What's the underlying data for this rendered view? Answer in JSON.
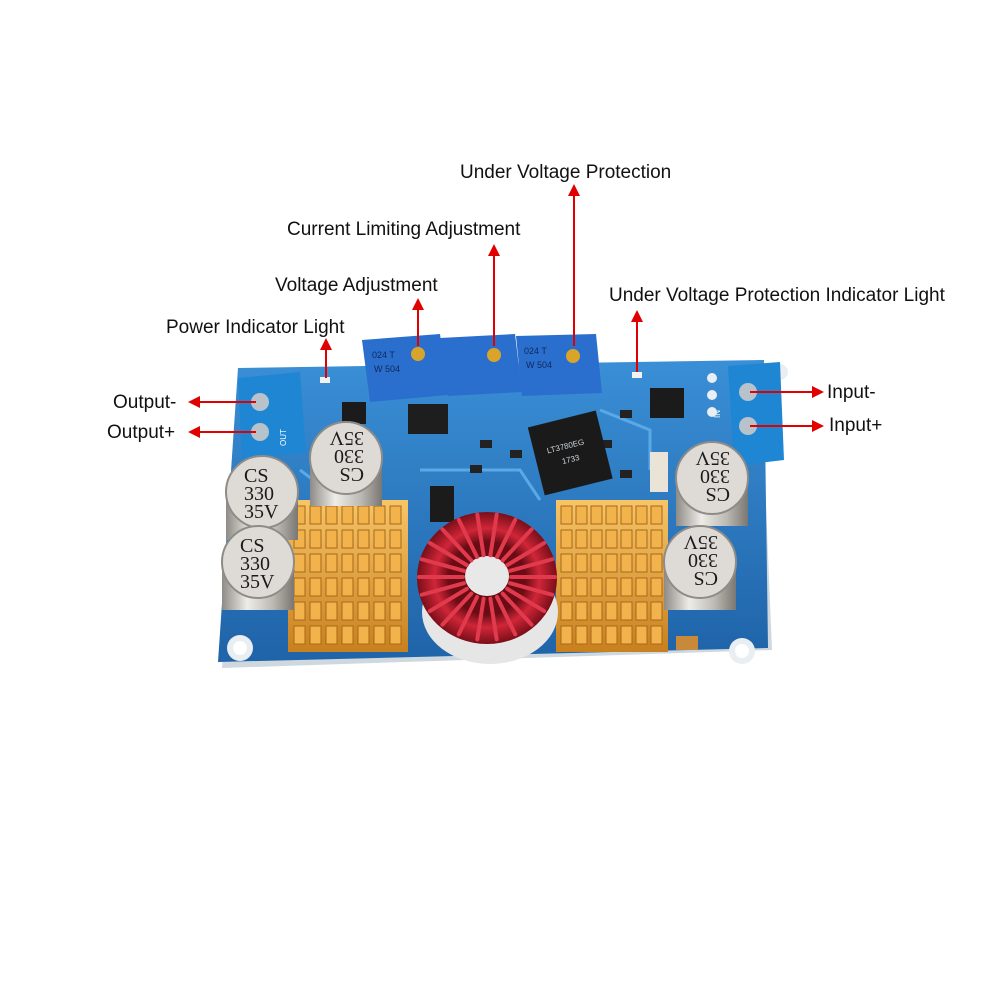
{
  "colors": {
    "arrow": "#e00000",
    "pcb": "#2a78be",
    "terminal": "#1f86d4",
    "heatsink": "#e8a43a",
    "coil": "#b3192a",
    "pot": "#2a6fcd",
    "capacitor": "#c9c6c1"
  },
  "labels": {
    "under_voltage_protection": "Under Voltage Protection",
    "current_limiting_adjustment": "Current Limiting Adjustment",
    "voltage_adjustment": "Voltage Adjustment",
    "power_indicator_light": "Power Indicator Light",
    "uvp_indicator_light": "Under Voltage Protection Indicator Light",
    "output_minus": "Output-",
    "output_plus": "Output+",
    "input_minus": "Input-",
    "input_plus": "Input+"
  },
  "board": {
    "capacitor": {
      "brand": "CS",
      "capacitance": "330",
      "voltage": "35V"
    },
    "pot_left": {
      "line1": "024 T",
      "line2": "W 504"
    },
    "pot_right": {
      "line1": "024 T",
      "line2": "W 504"
    },
    "chip": {
      "line1": "LT3780EG",
      "line2": "1733"
    },
    "silk_in": "IN",
    "silk_out": "OUT"
  }
}
